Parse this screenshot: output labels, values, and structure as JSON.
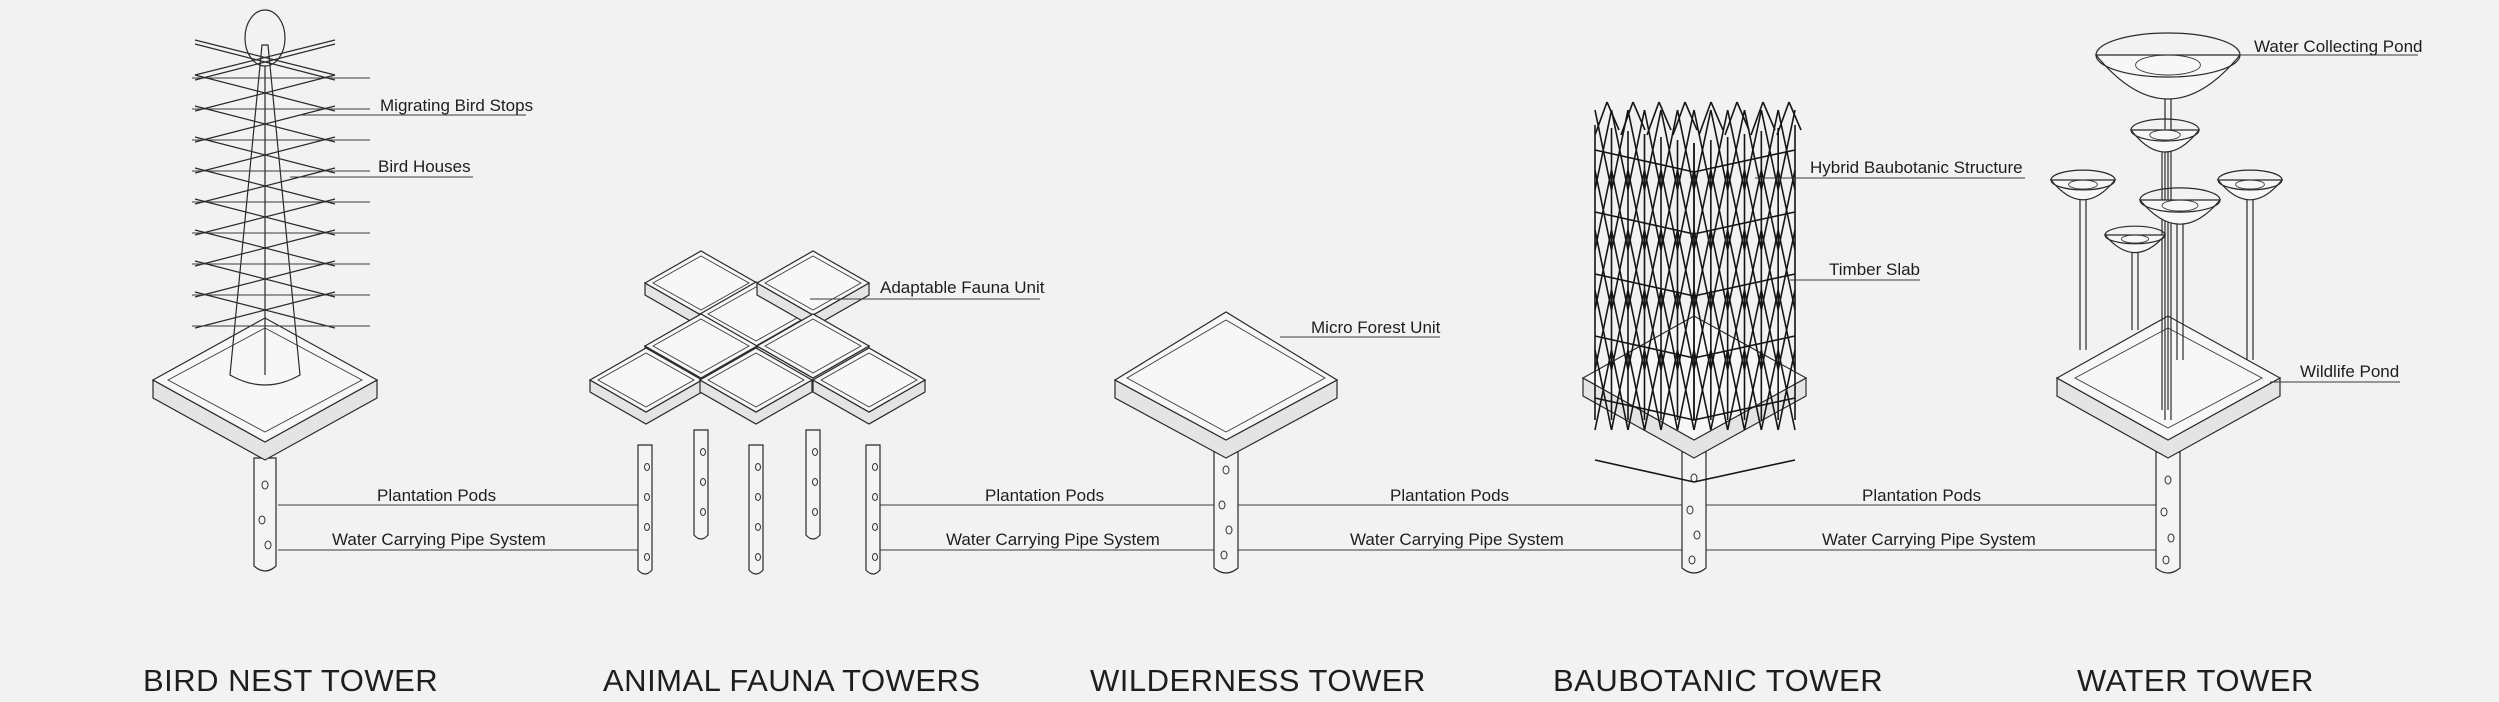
{
  "towers": [
    {
      "title": "BIRD NEST TOWER",
      "labels": [
        "Migrating Bird Stops",
        "Bird Houses"
      ]
    },
    {
      "title": "ANIMAL FAUNA TOWERS",
      "labels": [
        "Adaptable Fauna Unit"
      ]
    },
    {
      "title": "WILDERNESS TOWER",
      "labels": [
        "Micro Forest Unit"
      ]
    },
    {
      "title": "BAUBOTANIC TOWER",
      "labels": [
        "Hybrid Baubotanic Structure",
        "Timber Slab"
      ]
    },
    {
      "title": "WATER TOWER",
      "labels": [
        "Water Collecting Pond",
        "Wildlife Pond"
      ]
    }
  ],
  "connections": [
    {
      "top_label": "Plantation Pods",
      "bottom_label": "Water Carrying Pipe System"
    },
    {
      "top_label": "Plantation Pods",
      "bottom_label": "Water Carrying Pipe System"
    },
    {
      "top_label": "Plantation Pods",
      "bottom_label": "Water Carrying Pipe System"
    },
    {
      "top_label": "Plantation Pods",
      "bottom_label": "Water Carrying Pipe System"
    }
  ]
}
